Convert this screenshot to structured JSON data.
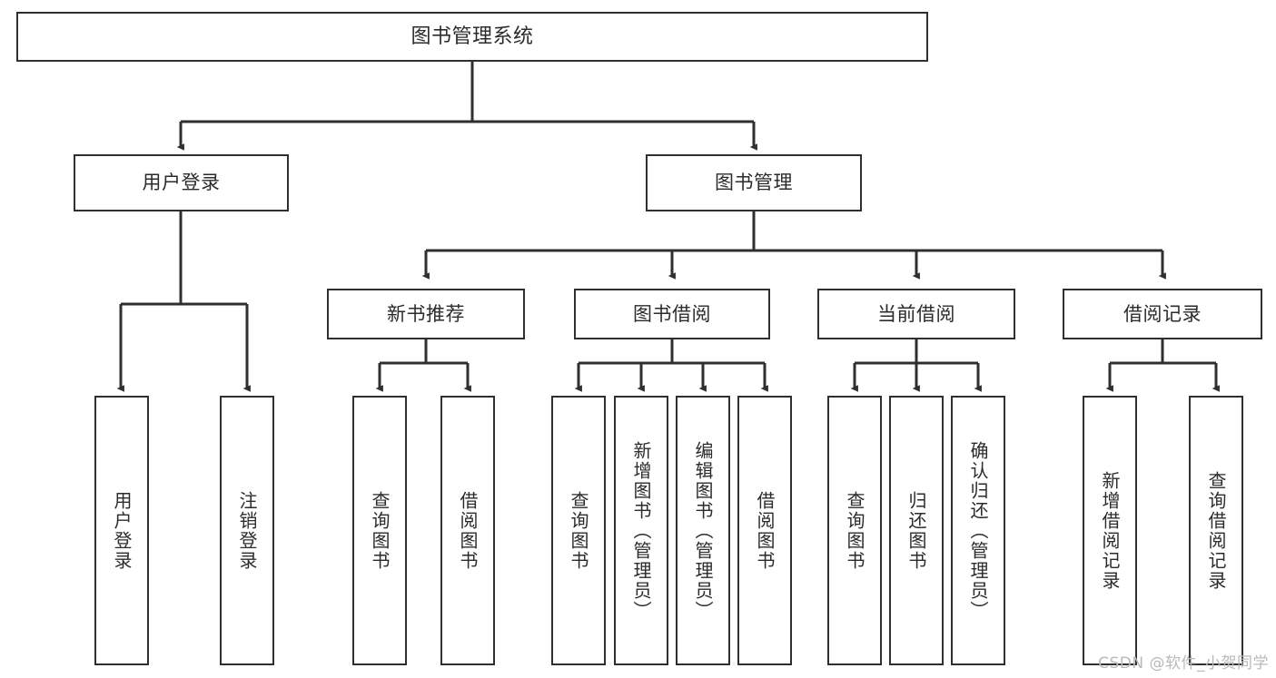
{
  "diagram": {
    "title": "图书管理系统",
    "type": "tree-hierarchy",
    "watermark": "CSDN @软件_小贺同学",
    "colors": {
      "stroke": "#2f2f2f",
      "fill": "#ffffff",
      "text": "#2b2b2b",
      "watermark": "#b9b9b9"
    },
    "nodes": {
      "root": {
        "label": "图书管理系统"
      },
      "level2": [
        {
          "id": "user-login",
          "label": "用户登录"
        },
        {
          "id": "book-manage",
          "label": "图书管理"
        }
      ],
      "level3": [
        {
          "id": "new-book-recommend",
          "label": "新书推荐"
        },
        {
          "id": "book-borrow",
          "label": "图书借阅"
        },
        {
          "id": "current-borrow",
          "label": "当前借阅"
        },
        {
          "id": "borrow-record",
          "label": "借阅记录"
        }
      ],
      "leaves": {
        "user-login": [
          {
            "id": "leaf-user-login",
            "label": "用户登录"
          },
          {
            "id": "leaf-logout",
            "label": "注销登录"
          }
        ],
        "new-book-recommend": [
          {
            "id": "leaf-query-book-1",
            "label": "查询图书"
          },
          {
            "id": "leaf-borrow-book-1",
            "label": "借阅图书"
          }
        ],
        "book-borrow": [
          {
            "id": "leaf-query-book-2",
            "label": "查询图书"
          },
          {
            "id": "leaf-add-book",
            "label": "新增图书（管理员）"
          },
          {
            "id": "leaf-edit-book",
            "label": "编辑图书（管理员）"
          },
          {
            "id": "leaf-borrow-book-2",
            "label": "借阅图书"
          }
        ],
        "current-borrow": [
          {
            "id": "leaf-query-book-3",
            "label": "查询图书"
          },
          {
            "id": "leaf-return-book",
            "label": "归还图书"
          },
          {
            "id": "leaf-confirm-return",
            "label": "确认归还（管理员）"
          }
        ],
        "borrow-record": [
          {
            "id": "leaf-add-record",
            "label": "新增借阅记录"
          },
          {
            "id": "leaf-query-record",
            "label": "查询借阅记录"
          }
        ]
      }
    }
  }
}
